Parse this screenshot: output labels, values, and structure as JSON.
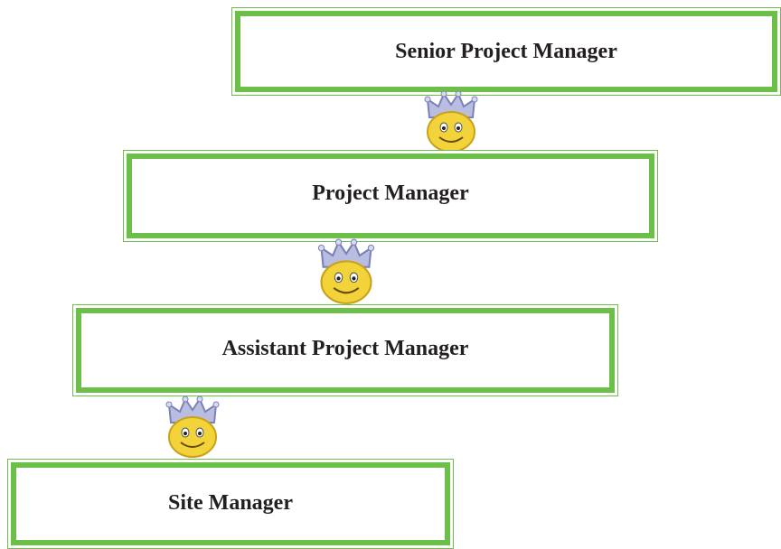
{
  "chart": {
    "levels": [
      {
        "id": "senior",
        "label": "Senior Project Manager"
      },
      {
        "id": "pm",
        "label": "Project Manager"
      },
      {
        "id": "apm",
        "label": "Assistant Project Manager"
      },
      {
        "id": "site",
        "label": "Site Manager"
      }
    ],
    "connector_icon": "crowned-smiley-icon"
  },
  "colors": {
    "box_border": "#6cc04a",
    "text": "#231f20",
    "crown": "#9aa0c8",
    "face": "#f2d43a"
  }
}
